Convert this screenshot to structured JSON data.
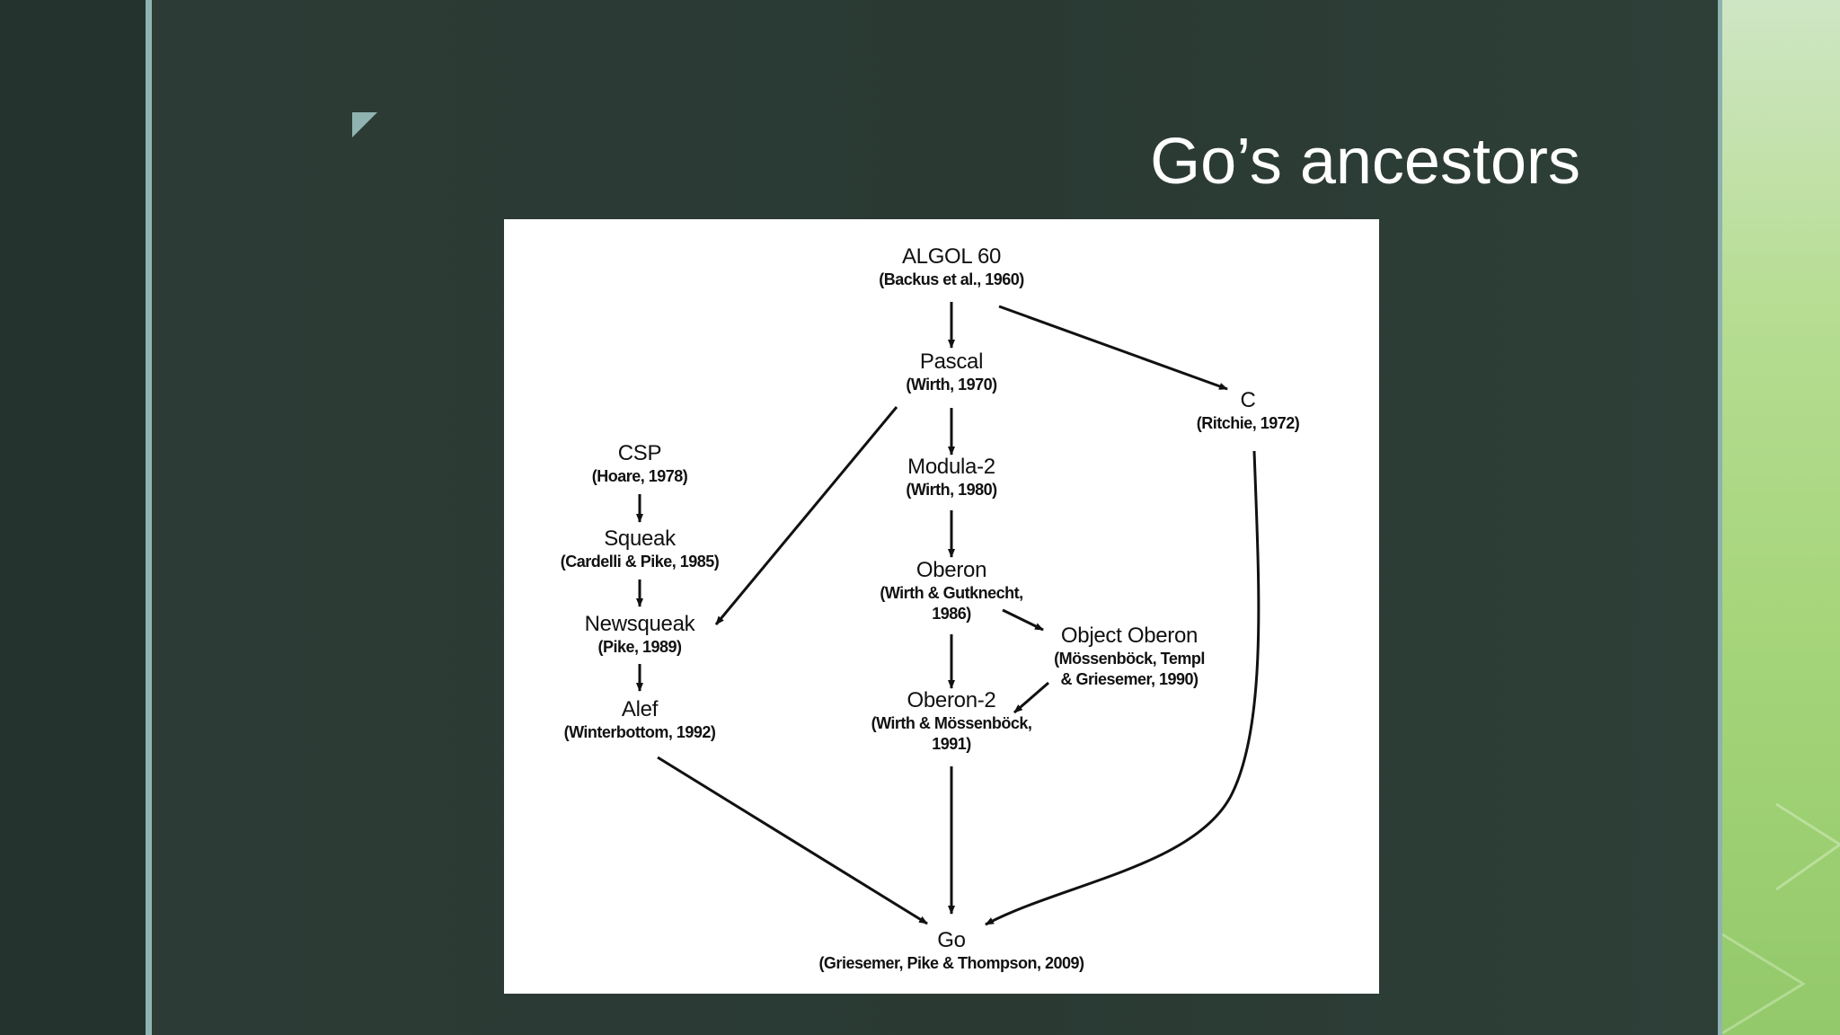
{
  "slide": {
    "title": "Go’s ancestors",
    "colors": {
      "background": "#2b3a34",
      "accent_rule": "#8fb3b0",
      "right_panel": "#a6d57b",
      "title": "#ffffff"
    }
  },
  "diagram": {
    "nodes": {
      "algol60": {
        "name": "ALGOL 60",
        "cite": [
          "(Backus et al., 1960)"
        ]
      },
      "pascal": {
        "name": "Pascal",
        "cite": [
          "(Wirth, 1970)"
        ]
      },
      "c": {
        "name": "C",
        "cite": [
          "(Ritchie, 1972)"
        ]
      },
      "csp": {
        "name": "CSP",
        "cite": [
          "(Hoare, 1978)"
        ]
      },
      "modula2": {
        "name": "Modula-2",
        "cite": [
          "(Wirth, 1980)"
        ]
      },
      "squeak": {
        "name": "Squeak",
        "cite": [
          "(Cardelli & Pike, 1985)"
        ]
      },
      "oberon": {
        "name": "Oberon",
        "cite": [
          "(Wirth & Gutknecht,",
          "1986)"
        ]
      },
      "newsqueak": {
        "name": "Newsqueak",
        "cite": [
          "(Pike, 1989)"
        ]
      },
      "objoberon": {
        "name": "Object Oberon",
        "cite": [
          "(Mössenböck, Templ",
          "& Griesemer, 1990)"
        ]
      },
      "alef": {
        "name": "Alef",
        "cite": [
          "(Winterbottom, 1992)"
        ]
      },
      "oberon2": {
        "name": "Oberon-2",
        "cite": [
          "(Wirth & Mössenböck,",
          "1991)"
        ]
      },
      "go": {
        "name": "Go",
        "cite": [
          "(Griesemer, Pike & Thompson, 2009)"
        ]
      }
    },
    "edges": [
      [
        "algol60",
        "pascal"
      ],
      [
        "algol60",
        "c"
      ],
      [
        "pascal",
        "modula2"
      ],
      [
        "pascal",
        "newsqueak"
      ],
      [
        "modula2",
        "oberon"
      ],
      [
        "csp",
        "squeak"
      ],
      [
        "squeak",
        "newsqueak"
      ],
      [
        "newsqueak",
        "alef"
      ],
      [
        "oberon",
        "objoberon"
      ],
      [
        "oberon",
        "oberon2"
      ],
      [
        "objoberon",
        "oberon2"
      ],
      [
        "alef",
        "go"
      ],
      [
        "oberon2",
        "go"
      ],
      [
        "c",
        "go"
      ]
    ]
  }
}
